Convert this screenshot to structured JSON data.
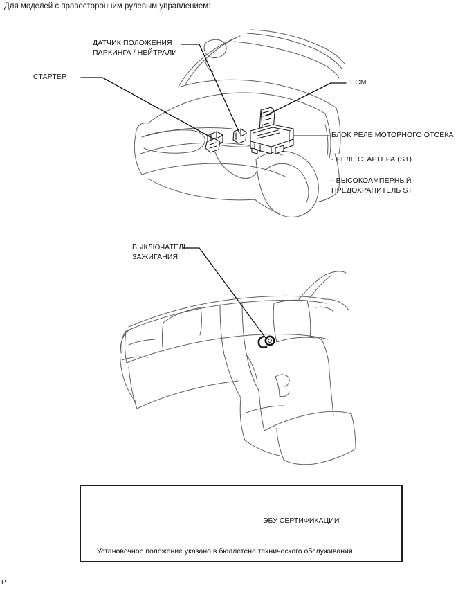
{
  "document": {
    "heading": "Для моделей с правосторонним рулевым управлением:",
    "corner_mark": "P"
  },
  "engine_bay_diagram": {
    "name": "engine-compartment-view",
    "labels": [
      {
        "id": "pn-position-switch",
        "lines": [
          "ДАТЧИК ПОЛОЖЕНИЯ",
          "ПАРКИНГА / НЕЙТРАЛИ"
        ],
        "text": "ДАТЧИК ПОЛОЖЕНИЯ\nПАРКИНГА / НЕЙТРАЛИ"
      },
      {
        "id": "starter",
        "text": "СТАРТЕР"
      },
      {
        "id": "ecm",
        "text": "ECM"
      },
      {
        "id": "engine-room-relay-block",
        "text": "БЛОК РЕЛЕ МОТОРНОГО ОТСЕКА"
      },
      {
        "id": "starter-relay",
        "text": "- РЕЛЕ СТАРТЕРА (ST)"
      },
      {
        "id": "high-current-fuse-st",
        "lines": [
          "- ВЫСОКОАМПЕРНЫЙ",
          "ПРЕДОХРАНИТЕЛЬ ST"
        ],
        "text": "- ВЫСОКОАМПЕРНЫЙ\nПРЕДОХРАНИТЕЛЬ ST"
      }
    ]
  },
  "interior_diagram": {
    "name": "instrument-panel-view",
    "labels": [
      {
        "id": "ignition-switch",
        "lines": [
          "ВЫКЛЮЧАТЕЛЬ",
          "ЗАЖИГАНИЯ"
        ],
        "text": "ВЫКЛЮЧАТЕЛЬ\nЗАЖИГАНИЯ"
      }
    ]
  },
  "note_box": {
    "name": "certification-ecu-note",
    "component_label": "ЭБУ СЕРТИФИКАЦИИ",
    "note": "Установочное положение указано в бюллетене технического обслуживания"
  },
  "colors": {
    "body_outline": "#5d5d5d",
    "part_outline": "#1b1b1b",
    "leader_line": "#0d0d0d",
    "text": "#111111",
    "background": "#ffffff"
  }
}
